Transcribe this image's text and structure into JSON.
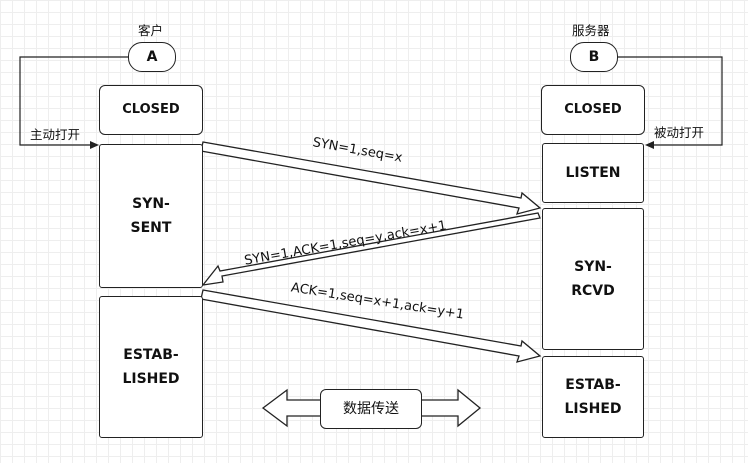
{
  "client": {
    "title": "客户",
    "node": "A",
    "active_open": "主动打开",
    "states": {
      "closed": "CLOSED",
      "syn_sent": "SYN-\nSENT",
      "established": "ESTAB-\nLISHED"
    }
  },
  "server": {
    "title": "服务器",
    "node": "B",
    "passive_open": "被动打开",
    "states": {
      "closed": "CLOSED",
      "listen": "LISTEN",
      "syn_rcvd": "SYN-\nRCVD",
      "established": "ESTAB-\nLISHED"
    }
  },
  "messages": {
    "syn": "SYN=1,seq=x",
    "syn_ack": "SYN=1,ACK=1,seq=y,ack=x+1",
    "ack": "ACK=1,seq=x+1,ack=y+1"
  },
  "data_transfer": "数据传送"
}
